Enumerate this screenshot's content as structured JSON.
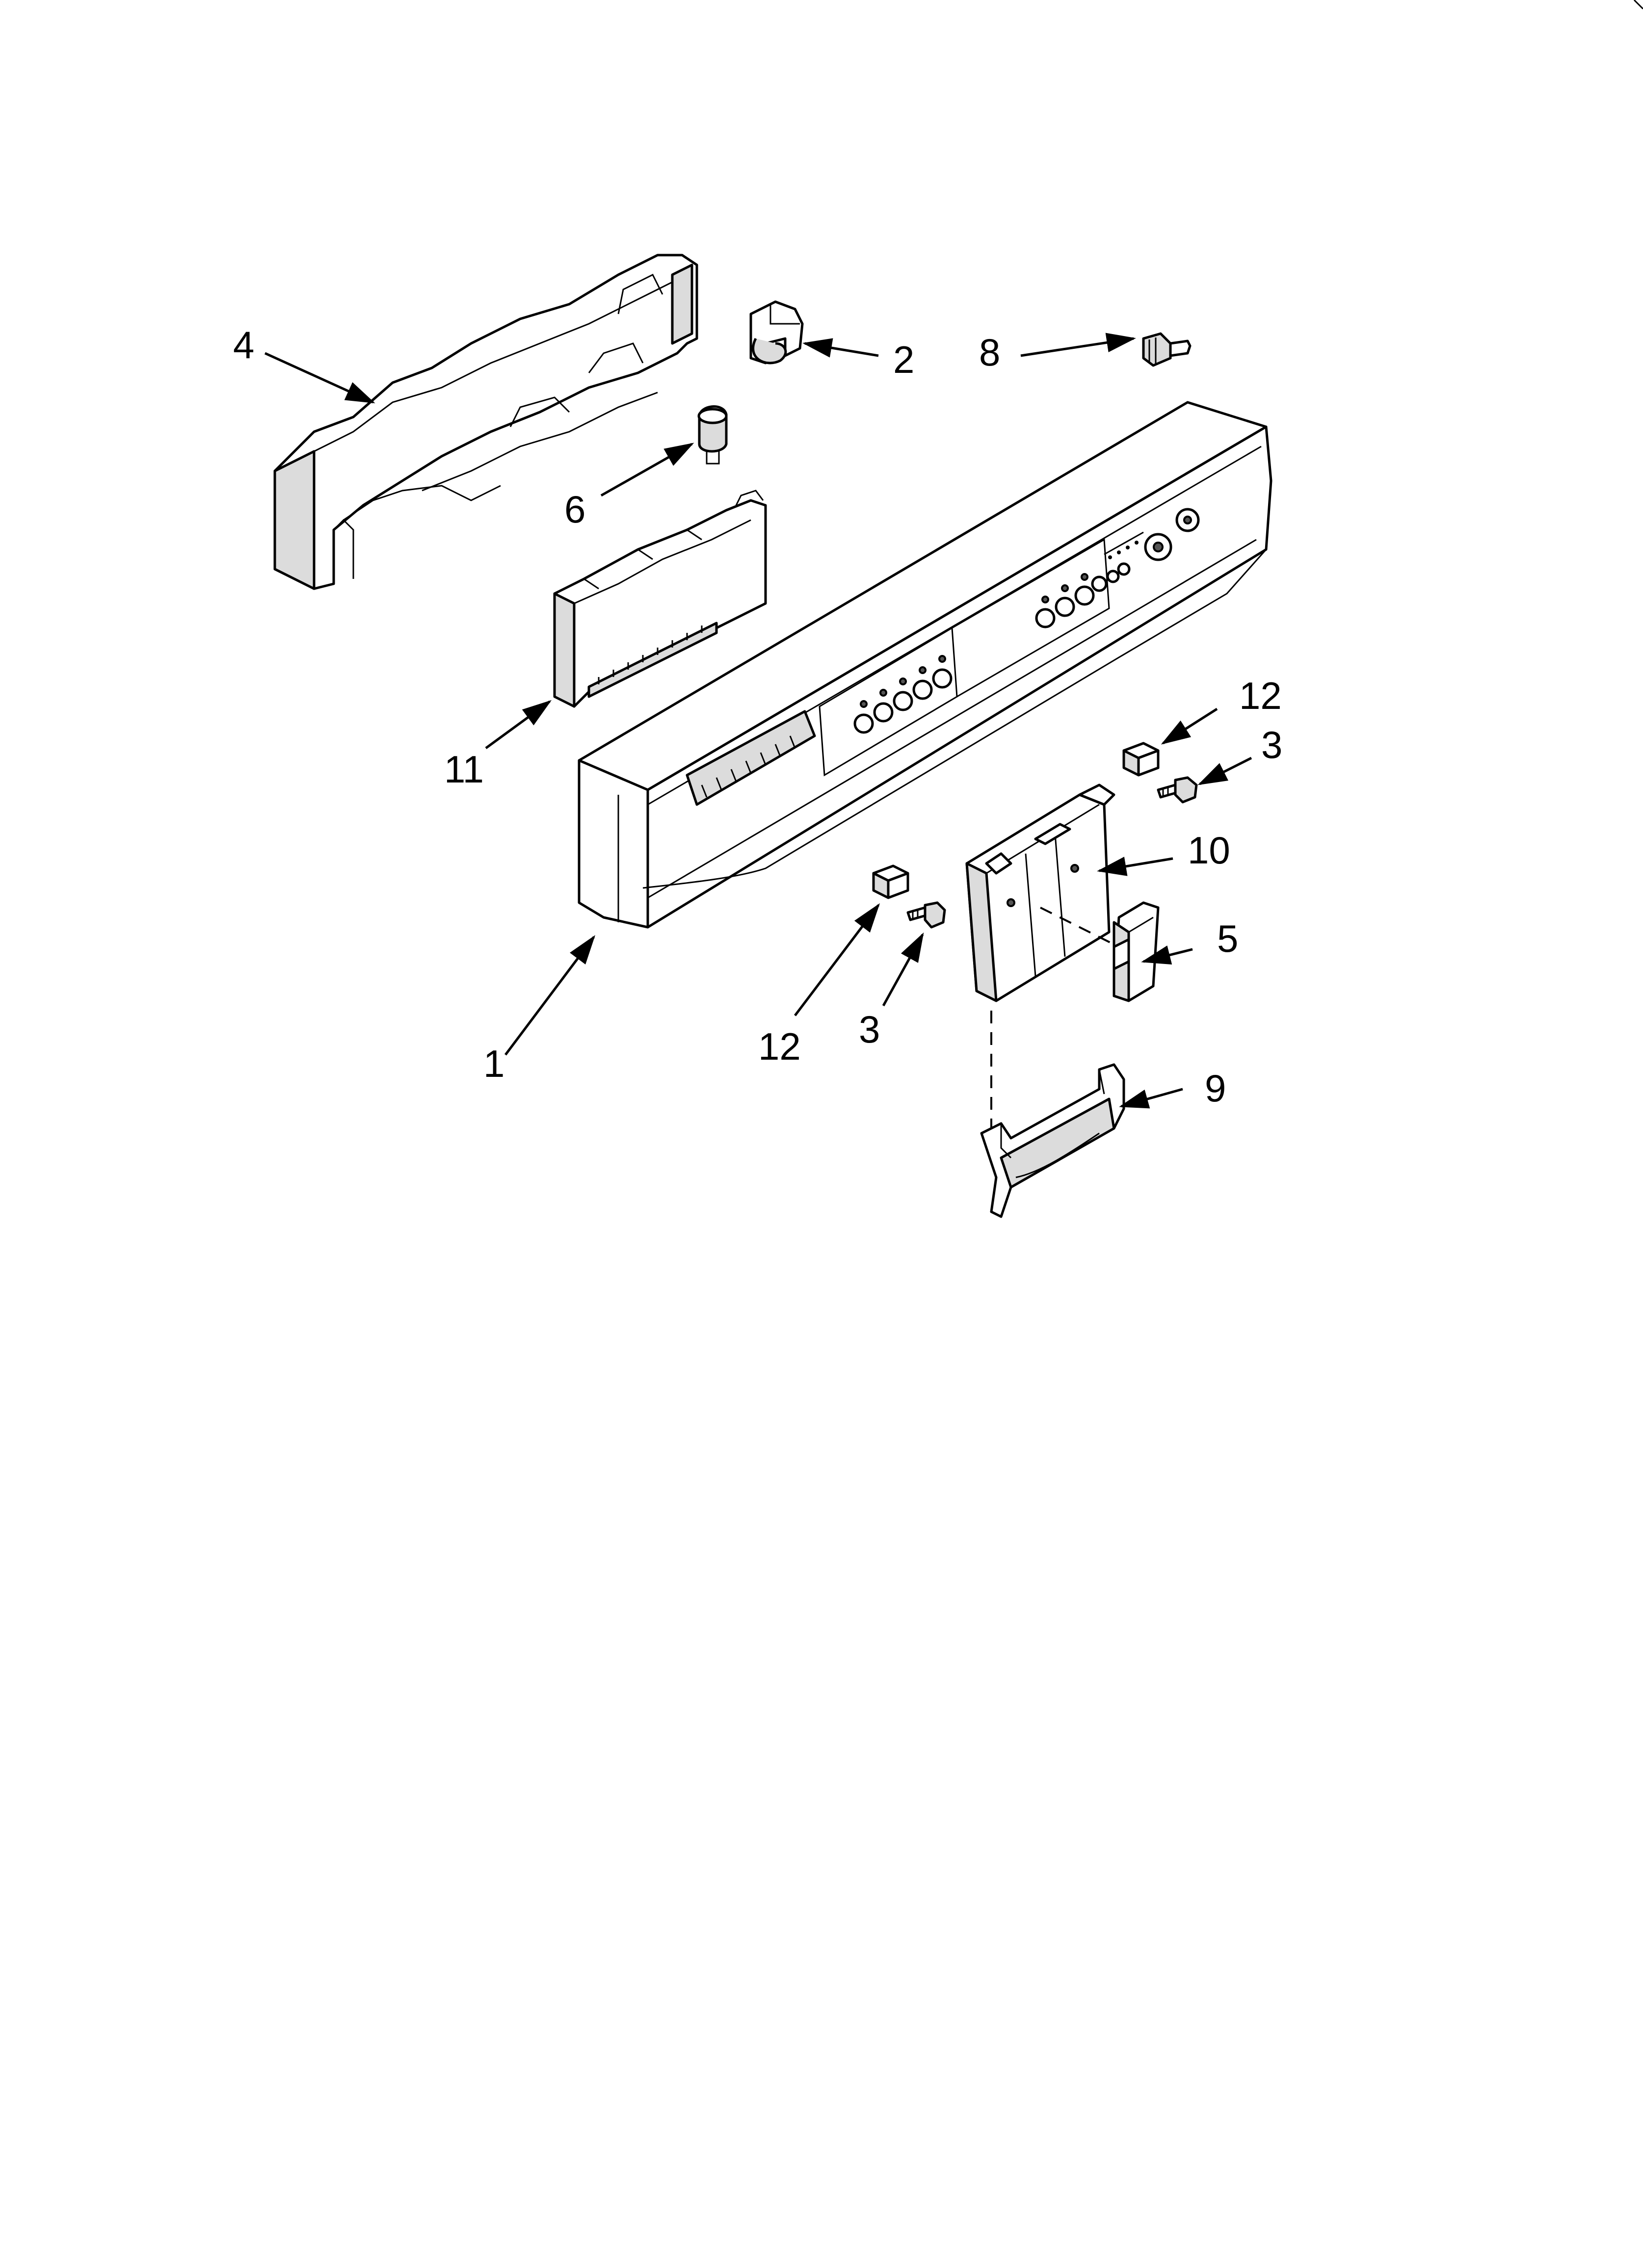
{
  "diagram": {
    "callouts": [
      {
        "id": "c4",
        "label": "4"
      },
      {
        "id": "c2",
        "label": "2"
      },
      {
        "id": "c8",
        "label": "8"
      },
      {
        "id": "c6",
        "label": "6"
      },
      {
        "id": "c11",
        "label": "11"
      },
      {
        "id": "c12a",
        "label": "12"
      },
      {
        "id": "c3a",
        "label": "3"
      },
      {
        "id": "c10",
        "label": "10"
      },
      {
        "id": "c5",
        "label": "5"
      },
      {
        "id": "c12b",
        "label": "12"
      },
      {
        "id": "c3b",
        "label": "3"
      },
      {
        "id": "c1",
        "label": "1"
      },
      {
        "id": "c9",
        "label": "9"
      }
    ]
  }
}
